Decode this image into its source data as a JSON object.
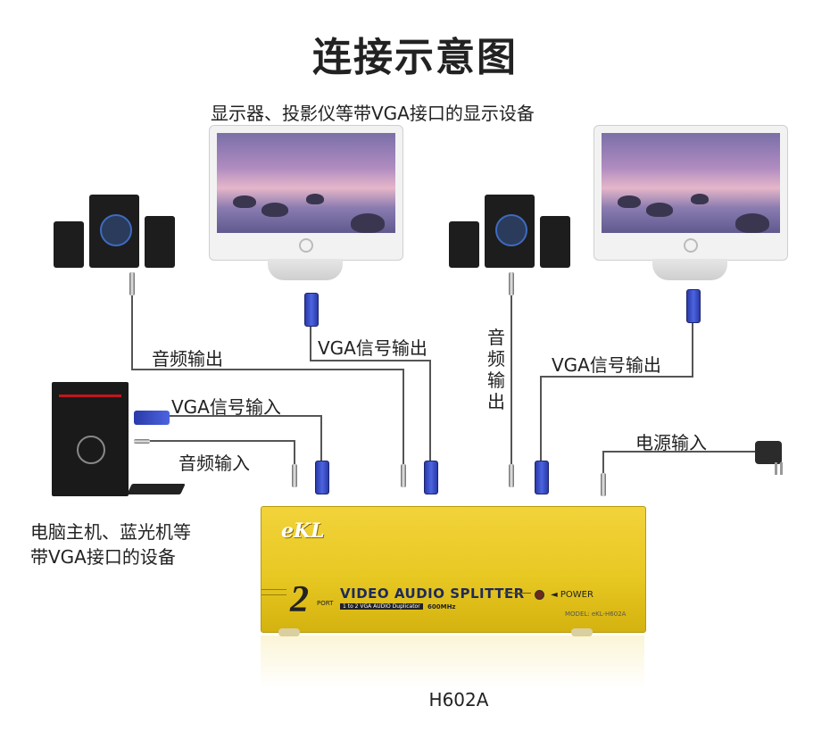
{
  "title": "连接示意图",
  "labels": {
    "displays": "显示器、投影仪等带VGA接口的显示设备",
    "audio_out_left": "音频输出",
    "vga_out_left": "VGA信号输出",
    "audio_out_right": "音频输出",
    "vga_out_right": "VGA信号输出",
    "vga_in": "VGA信号输入",
    "audio_in": "音频输入",
    "power_in": "电源输入",
    "source_line1": "电脑主机、蓝光机等",
    "source_line2": "带VGA接口的设备",
    "model_name": "H602A"
  },
  "device": {
    "brand": "eKL",
    "port_number": "2",
    "port_word": "PORT",
    "product_name": "VIDEO AUDIO SPLITTER",
    "subtitle": "1 to 2 VGA AUDIO Duplicator",
    "bandwidth": "600MHz",
    "power_label": "◄ POWER",
    "model_text": "MODEL: eKL-H602A"
  },
  "colors": {
    "splitter_yellow": "#e8c823",
    "vga_blue": "#3a4fc8",
    "cable_gray": "#555555"
  }
}
